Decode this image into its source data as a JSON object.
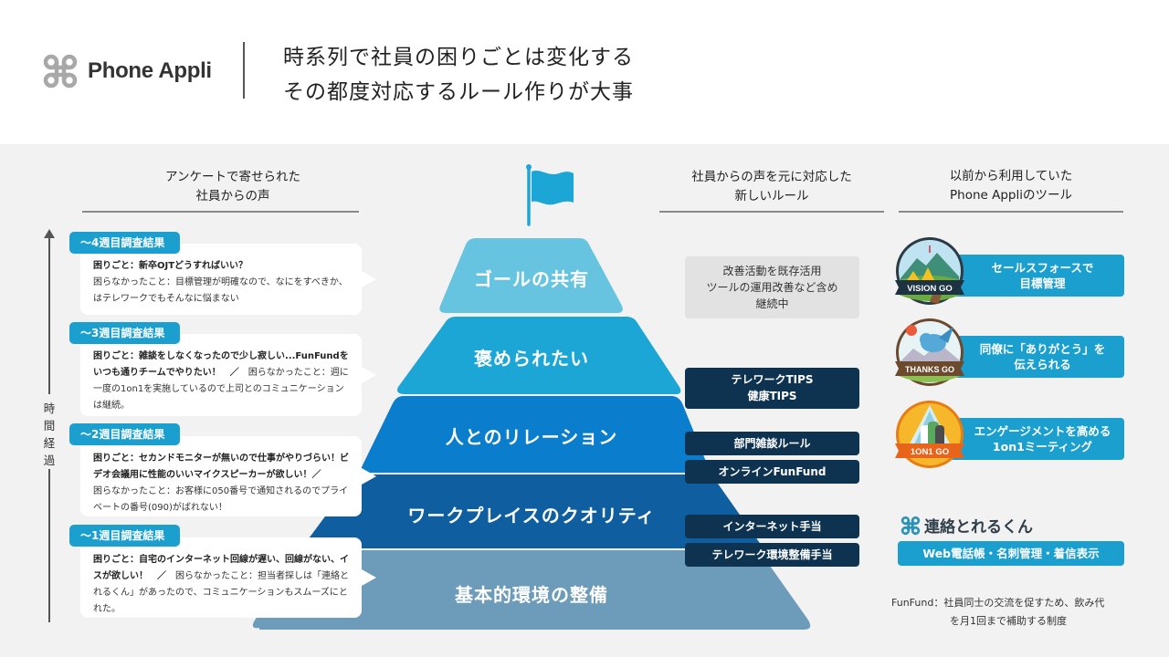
{
  "header": {
    "logo_text": "Phone Appli",
    "title_line1": "時系列で社員の困りごとは変化する",
    "title_line2": "その都度対応するルール作りが大事"
  },
  "columns": {
    "voices_head_line1": "アンケートで寄せられた",
    "voices_head_line2": "社員からの声",
    "rules_head_line1": "社員からの声を元に対応した",
    "rules_head_line2": "新しいルール",
    "tools_head_line1": "以前から利用していた",
    "tools_head_line2": "Phone Appliのツール"
  },
  "timeline": {
    "label": "時間経過"
  },
  "voices": [
    {
      "tag": "〜4週目調査結果",
      "bold": "困りごと：新卒OJTどうすればいい？",
      "normal": "困らなかったこと：目標管理が明確なので、なにをすべきか、はテレワークでもそんなに悩まない"
    },
    {
      "tag": "〜3週目調査結果",
      "bold": "困りごと：雑談をしなくなったので少し寂しい...FunFundをいつも通りチームでやりたい！　／",
      "normal": "　困らなかったこと：週に一度の1on1を実施しているので上司とのコミュニケーションは継続。"
    },
    {
      "tag": "〜2週目調査結果",
      "bold": "困りごと：セカンドモニターが無いので仕事がやりづらい！ビデオ会議用に性能のいいマイクスピーカーが欲しい！／",
      "normal": "困らなかったこと：お客様に050番号で通知されるのでプライベートの番号(090)がばれない！"
    },
    {
      "tag": "〜1週目調査結果",
      "bold": "困りごと：自宅のインターネット回線が遅い、回線がない、イスが欲しい！　／",
      "normal": "　困らなかったこと：担当者探しは「連絡とれるくん」があったので、コミュニケーションもスムーズにとれた。"
    }
  ],
  "pyramid": {
    "tiers": [
      {
        "label": "ゴールの共有",
        "color": "#66c4e0"
      },
      {
        "label": "褒められたい",
        "color": "#1ba6d6"
      },
      {
        "label": "人とのリレーション",
        "color": "#0a7dcc"
      },
      {
        "label": "ワークプレイスのクオリティ",
        "color": "#0f5ea0"
      },
      {
        "label": "基本的環境の整備",
        "color": "#6d9cba"
      }
    ],
    "flag_color": "#1ba6d6"
  },
  "rules": [
    {
      "text": "改善活動を既存活用\nツールの運用改善など含め\n継続中",
      "style": "gray"
    },
    {
      "text": "テレワークTIPS\n健康TIPS",
      "style": "dark"
    },
    {
      "text": "部門雑談ルール",
      "style": "dark"
    },
    {
      "text": "オンラインFunFund",
      "style": "dark"
    },
    {
      "text": "インターネット手当",
      "style": "dark"
    },
    {
      "text": "テレワーク環境整備手当",
      "style": "dark"
    }
  ],
  "tools": [
    {
      "badge": "VISION GO",
      "text_line1": "セールスフォースで",
      "text_line2": "目標管理"
    },
    {
      "badge": "THANKS GO",
      "text_line1": "同僚に「ありがとう」を",
      "text_line2": "伝えられる"
    },
    {
      "badge": "1ON1 GO",
      "text_line1": "エンゲージメントを高める",
      "text_line2": "1on1ミーティング"
    }
  ],
  "renraku": {
    "name": "連絡とれるくん",
    "features": "Web電話帳・名刺管理・着信表示"
  },
  "footnote": {
    "line1": "FunFund：社員同士の交流を促すため、飲み代",
    "line2": "を月1回まで補助する制度"
  },
  "colors": {
    "accent": "#1a9fcf",
    "dark_box": "#0e3350",
    "panel_bg": "#f2f2f2"
  }
}
